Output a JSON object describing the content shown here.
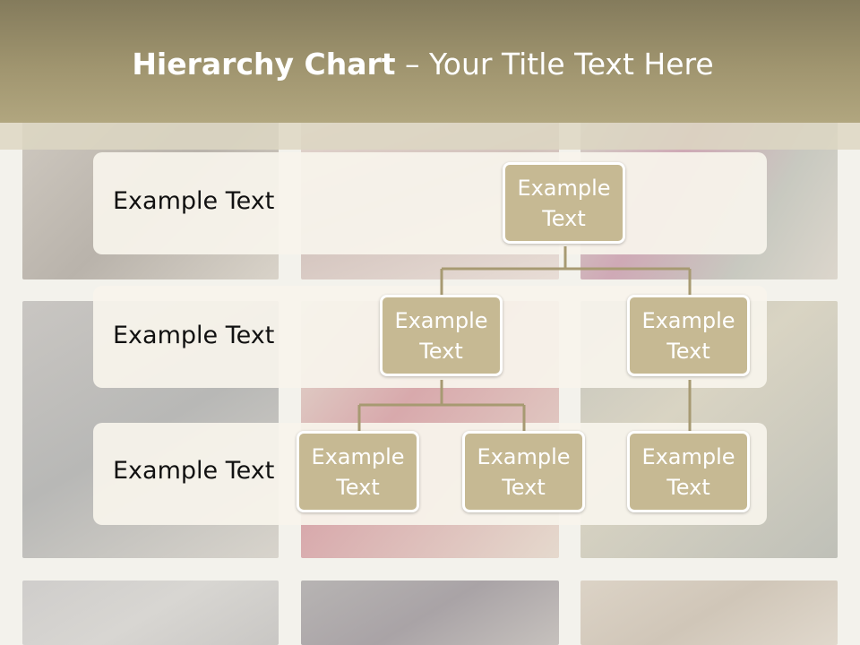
{
  "header": {
    "title_bold": "Hierarchy Chart",
    "title_dash": " – ",
    "title_rest": "Your Title Text Here"
  },
  "levels": [
    {
      "label": "Example Text"
    },
    {
      "label": "Example Text"
    },
    {
      "label": "Example Text"
    }
  ],
  "nodes": {
    "root": {
      "text": "Example Text"
    },
    "left": {
      "text": "Example Text"
    },
    "right": {
      "text": "Example Text"
    },
    "left_child_1": {
      "text": "Example Text"
    },
    "left_child_2": {
      "text": "Example Text"
    },
    "right_child_1": {
      "text": "Example Text"
    }
  },
  "colors": {
    "header": "#a0956f",
    "node_fill": "#c6b993",
    "node_border": "#ffffff",
    "connector": "#a79a72",
    "band": "#f7f4ec"
  }
}
